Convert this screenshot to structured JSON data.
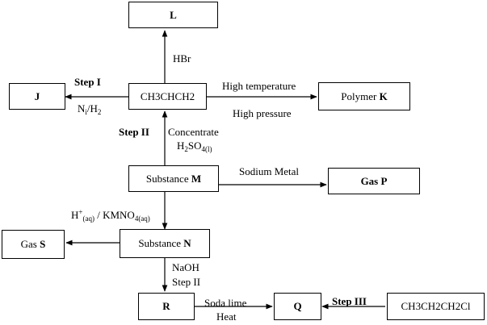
{
  "nodes": {
    "L": {
      "label": "L"
    },
    "J": {
      "label": "J"
    },
    "propene": {
      "formula": "CH3CHCH2"
    },
    "K": {
      "prefix": "Polymer",
      "label": "K"
    },
    "M": {
      "prefix": "Substance",
      "label": "M"
    },
    "P": {
      "label": "Gas P"
    },
    "S": {
      "prefix": "Gas",
      "label": "S"
    },
    "N": {
      "prefix": "Substance",
      "label": "N"
    },
    "R": {
      "label": "R"
    },
    "Q": {
      "label": "Q"
    },
    "chloropropane": {
      "formula": "CH3CH2CH2Cl"
    }
  },
  "edges": {
    "propene_L": {
      "reagent": "HBr"
    },
    "propene_J": {
      "step": "Step  I",
      "reagent": "N",
      "reagent_sub": "i",
      "reagent_tail": "/H",
      "reagent_sub2": "2"
    },
    "propene_K": {
      "condition_1": "High temperature",
      "condition_2": "High pressure"
    },
    "M_propene": {
      "step": "Step II",
      "reagent": "Concentrate",
      "formula": "H",
      "f_sub1": "2",
      "f_mid": "SO",
      "f_sub2": "4(l)"
    },
    "M_P": {
      "reagent": "Sodium Metal"
    },
    "M_N": {
      "r1": "H",
      "r1_sup": "+",
      "r1_sub": "(aq)",
      "sep": " / KMNO",
      "r2_sub": "4(aq)"
    },
    "N_R": {
      "reagent": "NaOH",
      "step": "Step II"
    },
    "R_Q": {
      "condition_1": "Soda lime",
      "condition_2": "Heat"
    },
    "chloro_Q": {
      "step": "Step III"
    }
  }
}
